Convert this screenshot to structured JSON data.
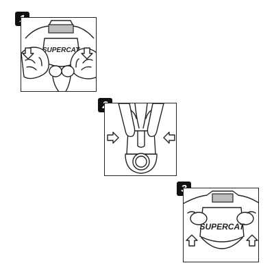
{
  "steps": [
    {
      "number": "1",
      "brand": "SUPERCAT"
    },
    {
      "number": "2"
    },
    {
      "number": "3",
      "brand": "SUPERCAT"
    }
  ],
  "colors": {
    "ink": "#222222",
    "badge": "#111111",
    "grey": "#bdbdbd"
  },
  "icons": [
    "arrow-down-icon",
    "arrow-right-icon",
    "arrow-left-icon",
    "arrow-up-icon",
    "hand-icon",
    "collar-icon"
  ]
}
